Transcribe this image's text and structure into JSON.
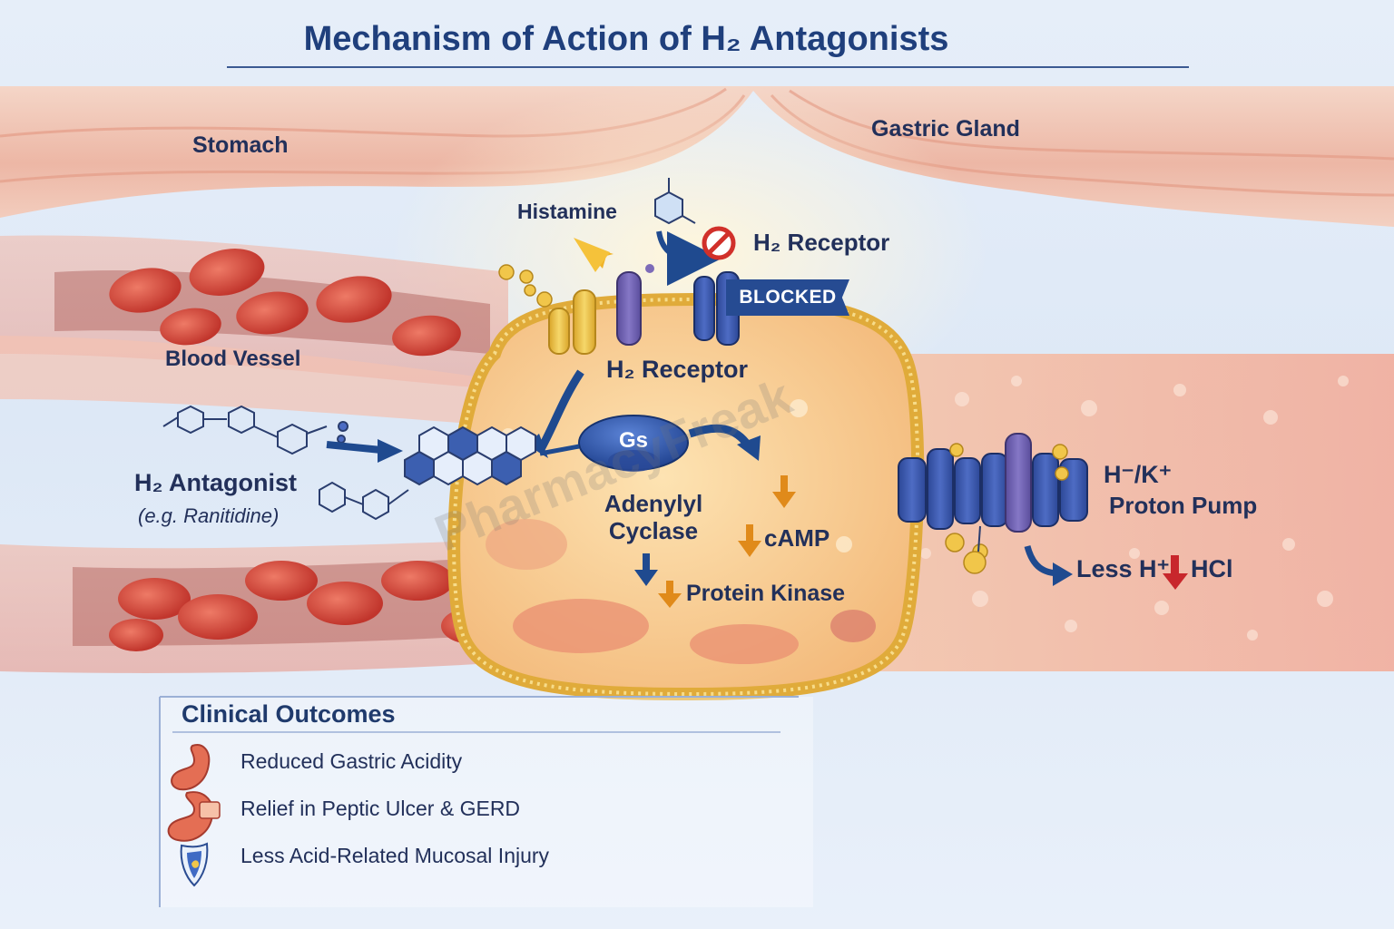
{
  "title": "Mechanism of Action of H₂ Antagonists",
  "labels": {
    "stomach": "Stomach",
    "gastric_gland": "Gastric Gland",
    "histamine": "Histamine",
    "h2_receptor_top": "H₂ Receptor",
    "blocked": "BLOCKED",
    "h2_receptor_cell": "H₂ Receptor",
    "blood_vessel": "Blood Vessel",
    "h2_antagonist": "H₂ Antagonist",
    "h2_antagonist_example": "(e.g. Ranitidine)",
    "gs": "Gs",
    "adenylyl_cyclase": "Adenylyl\nCyclase",
    "camp": "cAMP",
    "protein_kinase": "Protein Kinase",
    "proton_pump_line1": "H⁻/K⁺",
    "proton_pump_line2": "Proton Pump",
    "less_h": "Less H⁺",
    "hcl": "HCl",
    "watermark": "PharmacyFreak"
  },
  "clinical_outcomes": {
    "title": "Clinical Outcomes",
    "items": [
      {
        "text": "Reduced Gastric Acidity",
        "icon": "stomach-icon"
      },
      {
        "text": "Relief in Peptic Ulcer & GERD",
        "icon": "stomach-ulcer-icon"
      },
      {
        "text": "Less Acid-Related Mucosal Injury",
        "icon": "shield-icon"
      }
    ]
  },
  "colors": {
    "title": "#1f3f7c",
    "label": "#22305a",
    "arrow_blue": "#1f4a8f",
    "arrow_orange": "#e08a1a",
    "arrow_red": "#c8272c",
    "receptor_blue": "#3652a8",
    "membrane_yellow": "#e6b83a",
    "cell_fill": "#f7c98a",
    "tissue_pink": "#f2b9a4",
    "rbc_red": "#d8463a"
  }
}
